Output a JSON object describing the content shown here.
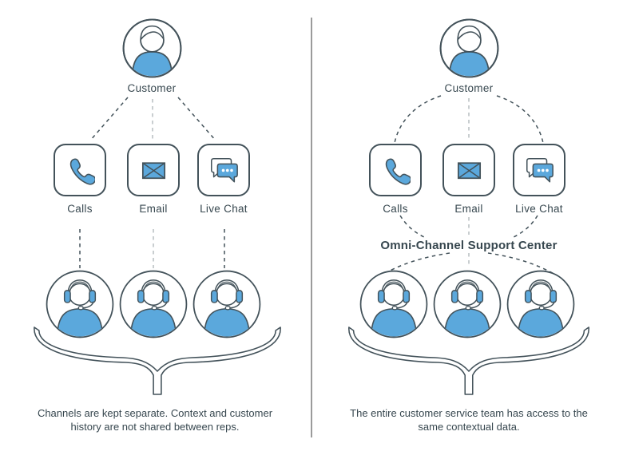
{
  "colors": {
    "accent_blue": "#5BA8DC",
    "outline": "#43525A",
    "text": "#37474F",
    "dash_dark": "#43525A",
    "dash_light": "#B7BEC1",
    "divider": "#9B9B9B"
  },
  "icons": {
    "customer": "person-avatar-icon",
    "calls": "phone-icon",
    "email": "envelope-icon",
    "live_chat": "chat-bubbles-icon",
    "rep": "headset-agent-icon",
    "brace": "curly-brace-icon"
  },
  "left_panel": {
    "customer_label": "Customer",
    "channels": [
      {
        "label": "Calls"
      },
      {
        "label": "Email"
      },
      {
        "label": "Live Chat"
      }
    ],
    "caption_line1": "Channels are kept separate. Context and customer",
    "caption_line2": "history are not shared between reps."
  },
  "right_panel": {
    "customer_label": "Customer",
    "channels": [
      {
        "label": "Calls"
      },
      {
        "label": "Email"
      },
      {
        "label": "Live Chat"
      }
    ],
    "hub_label": "Omni-Channel Support Center",
    "caption_line1": "The entire customer service team has access to the",
    "caption_line2": "same contextual data."
  }
}
